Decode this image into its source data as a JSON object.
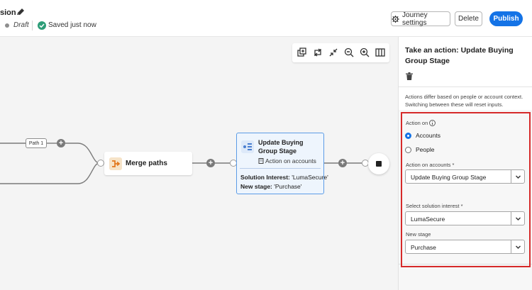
{
  "header": {
    "journey_name": "sion",
    "status": "Draft",
    "saved_text": "Saved just now",
    "buttons": {
      "journey_settings": "Journey settings",
      "delete": "Delete",
      "publish": "Publish"
    }
  },
  "canvas": {
    "path_label": "Path 1",
    "merge_node": {
      "label": "Merge paths"
    },
    "action_node": {
      "title": "Update Buying Group Stage",
      "subtitle": "Action on accounts",
      "solution_interest_label": "Solution Interest:",
      "solution_interest_value": " 'LumaSecure'",
      "new_stage_label": "New stage:",
      "new_stage_value": " 'Purchase'"
    },
    "toolbar_icons": [
      "copy-icon",
      "swap-icon",
      "fit-icon",
      "zoom-out-icon",
      "zoom-in-icon",
      "minimap-icon"
    ]
  },
  "panel": {
    "title": "Take an action: Update Buying Group Stage",
    "description": "Actions differ based on people or account context. Switching between these will reset inputs.",
    "action_on": {
      "label": "Action on",
      "options": [
        "Accounts",
        "People"
      ],
      "selected": "Accounts"
    },
    "action_on_accounts": {
      "label": "Action on accounts",
      "required_mark": "*",
      "value": "Update Buying Group Stage"
    },
    "solution_interest": {
      "label": "Select solution interest",
      "required_mark": "*",
      "value": "LumaSecure"
    },
    "new_stage": {
      "label": "New stage",
      "value": "Purchase"
    }
  },
  "colors": {
    "accent": "#1473e6",
    "highlight": "#d62a2a",
    "action_node_border": "#5c9ce6"
  }
}
